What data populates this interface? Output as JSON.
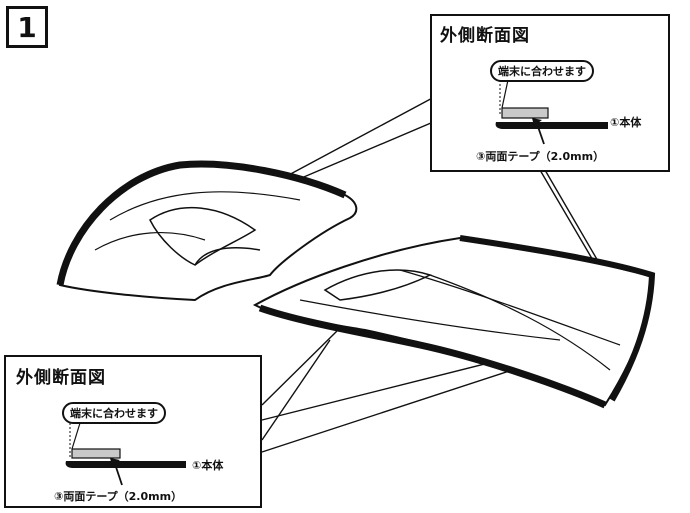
{
  "step": {
    "number": "1"
  },
  "callout_top": {
    "title": "外側断面図",
    "bubble_label": "端末に合わせます",
    "body_label": "①本体",
    "tape_label": "③両面テープ（2.0mm）"
  },
  "callout_bottom": {
    "title": "外側断面図",
    "bubble_label": "端末に合わせます",
    "body_label": "①本体",
    "tape_label": "③両面テープ（2.0mm）"
  }
}
